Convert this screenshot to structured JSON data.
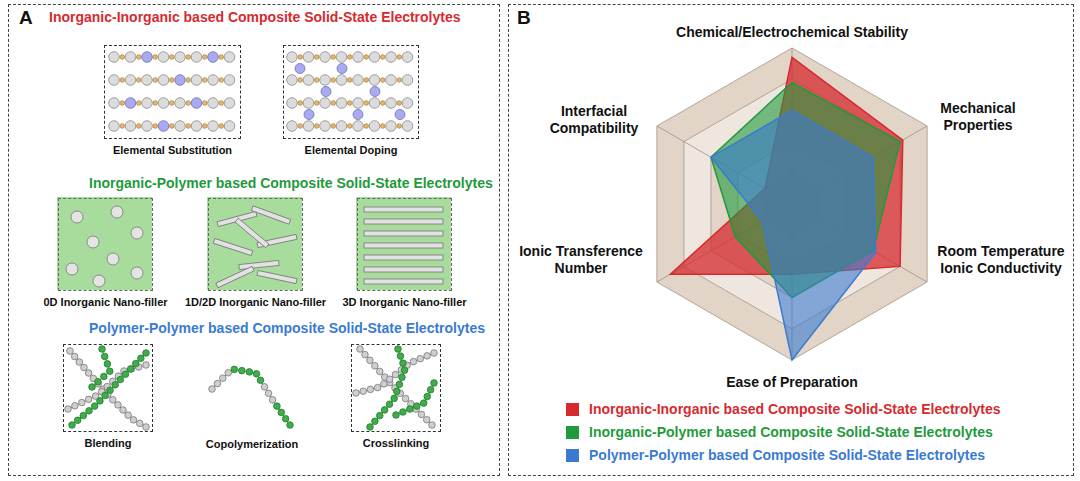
{
  "diagram": {
    "nodes": [
      {
        "text": [
          "A",
          "Inorganic-Inorganic based Composite Solid-State Electrolytes",
          "Inorganic-Polymer based Composite Solid-State Electrolytes",
          "Polymer-Polymer based Composite Solid-State Electrolytes"
        ]
      },
      {
        "text": [
          "Elemental Substitution"
        ],
        "in": 0
      },
      {
        "text": [
          "Elemental Doping"
        ],
        "in": 0
      },
      {
        "text": [
          "0D Inorganic Nano-filler"
        ],
        "in": 0
      },
      {
        "text": [
          "1D/2D Inorganic Nano-filler"
        ],
        "in": 0
      },
      {
        "text": [
          "3D Inorganic Nano-filler"
        ],
        "in": 0
      },
      {
        "text": [
          "Blending"
        ],
        "in": 0
      },
      {
        "text": [
          "Copolymerization"
        ],
        "in": 0
      },
      {
        "text": [
          "Crosslinking"
        ],
        "in": 0
      },
      {
        "text": [
          "B"
        ]
      }
    ],
    "labels": [
      "Chemical/Electrochemical Stability",
      "Mechanical Properties",
      "Room Temperature Ionic Conductivity",
      "Ease of Preparation",
      "Ionic Transference Number",
      "Interfacial Compatibility"
    ],
    "legend": [
      {
        "text": "Inorganic-Inorganic based Composite Solid-State Electrolytes",
        "color": "#d62a2f"
      },
      {
        "text": "Inorganic-Polymer based Composite Solid-State Electrolytes",
        "color": "#1f9a3c"
      },
      {
        "text": "Polymer-Polymer based Composite Solid-State Electrolytes",
        "color": "#3a7bd0"
      }
    ]
  }
}
